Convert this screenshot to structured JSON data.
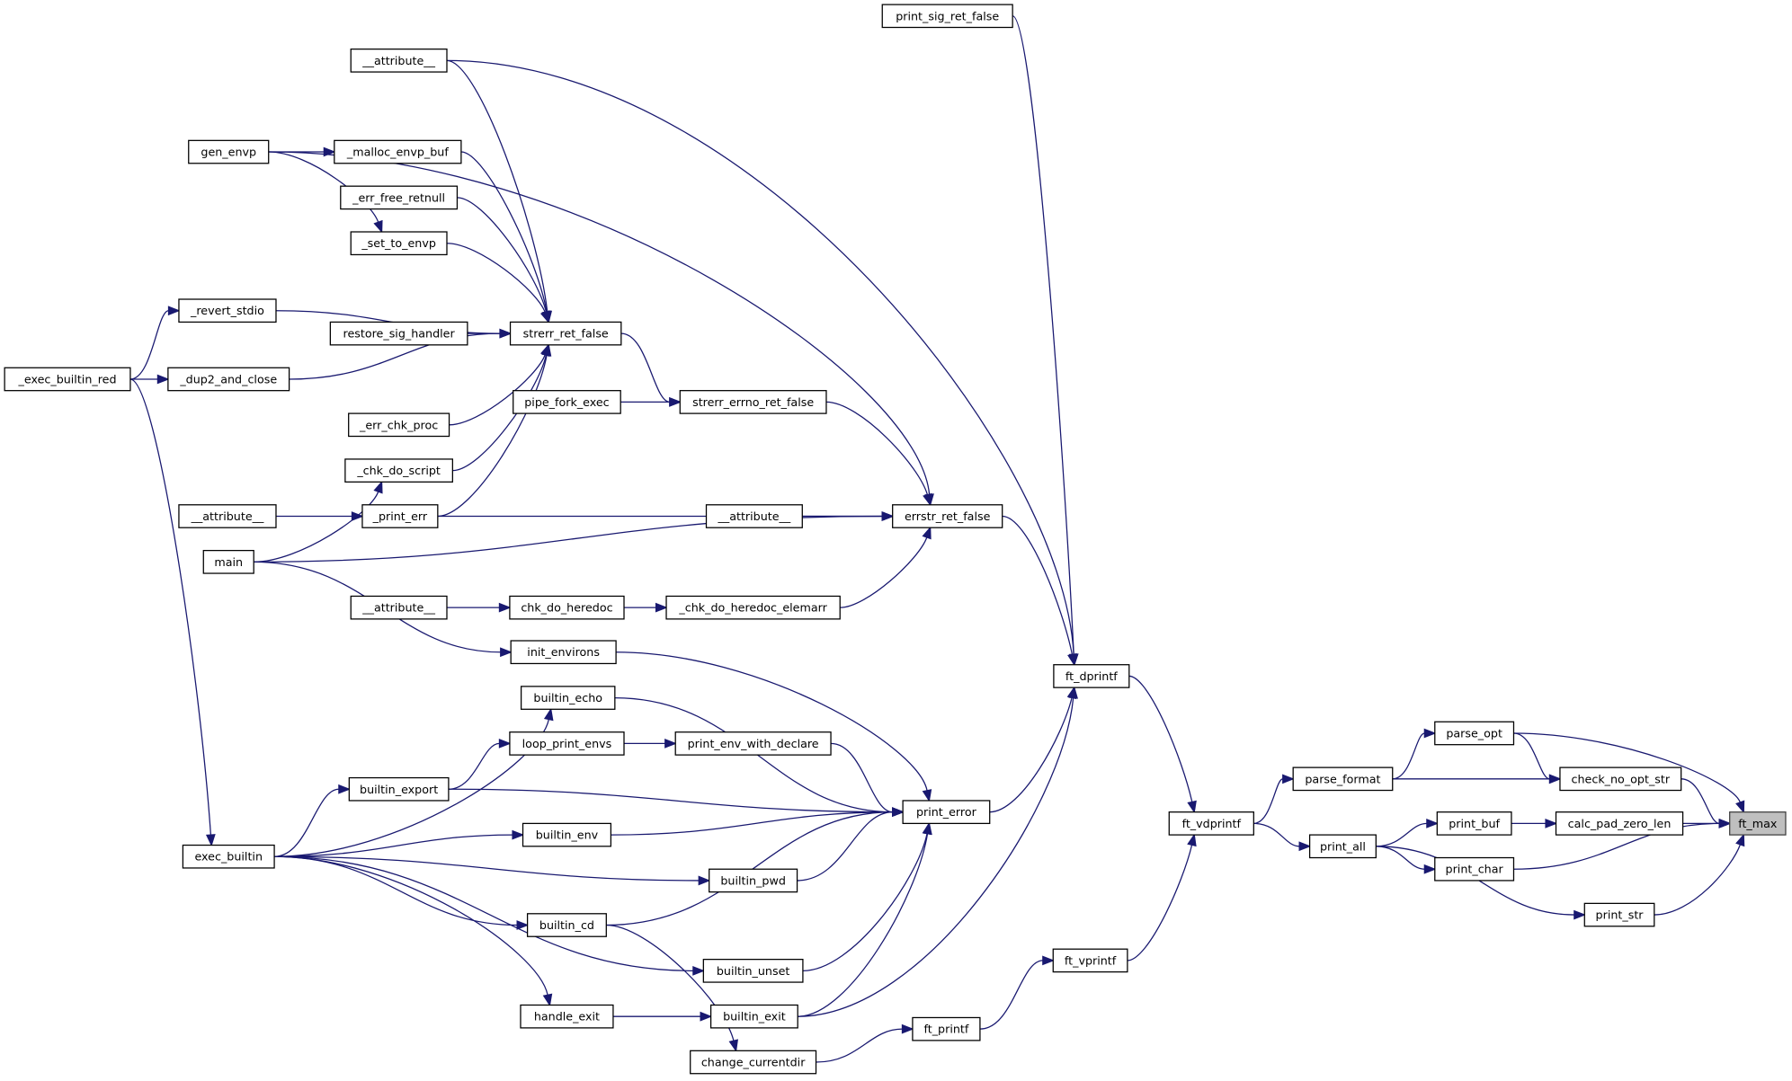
{
  "graph": {
    "type": "caller-graph",
    "focus_node": "ft_max",
    "colors": {
      "edge": "#191970",
      "focus_fill": "#bfbfbf",
      "node_fill": "#ffffff"
    },
    "nodes": [
      {
        "id": "print_sig_ret_false",
        "label": "print_sig_ret_false"
      },
      {
        "id": "attr1",
        "label": "__attribute__"
      },
      {
        "id": "gen_envp",
        "label": "gen_envp"
      },
      {
        "id": "_malloc_envp_buf",
        "label": "_malloc_envp_buf"
      },
      {
        "id": "_err_free_retnull",
        "label": "_err_free_retnull"
      },
      {
        "id": "_set_to_envp",
        "label": "_set_to_envp"
      },
      {
        "id": "_revert_stdio",
        "label": "_revert_stdio"
      },
      {
        "id": "restore_sig_handler",
        "label": "restore_sig_handler"
      },
      {
        "id": "strerr_ret_false",
        "label": "strerr_ret_false"
      },
      {
        "id": "_exec_builtin_red",
        "label": "_exec_builtin_red"
      },
      {
        "id": "_dup2_and_close",
        "label": "_dup2_and_close"
      },
      {
        "id": "pipe_fork_exec",
        "label": "pipe_fork_exec"
      },
      {
        "id": "strerr_errno_ret_false",
        "label": "strerr_errno_ret_false"
      },
      {
        "id": "_err_chk_proc",
        "label": "_err_chk_proc"
      },
      {
        "id": "_chk_do_script",
        "label": "_chk_do_script"
      },
      {
        "id": "attr2",
        "label": "__attribute__"
      },
      {
        "id": "_print_err",
        "label": "_print_err"
      },
      {
        "id": "attr3",
        "label": "__attribute__"
      },
      {
        "id": "errstr_ret_false",
        "label": "errstr_ret_false"
      },
      {
        "id": "main",
        "label": "main"
      },
      {
        "id": "attr4",
        "label": "__attribute__"
      },
      {
        "id": "chk_do_heredoc",
        "label": "chk_do_heredoc"
      },
      {
        "id": "_chk_do_heredoc_elemarr",
        "label": "_chk_do_heredoc_elemarr"
      },
      {
        "id": "init_environs",
        "label": "init_environs"
      },
      {
        "id": "ft_dprintf",
        "label": "ft_dprintf"
      },
      {
        "id": "builtin_echo",
        "label": "builtin_echo"
      },
      {
        "id": "loop_print_envs",
        "label": "loop_print_envs"
      },
      {
        "id": "print_env_with_declare",
        "label": "print_env_with_declare"
      },
      {
        "id": "parse_opt",
        "label": "parse_opt"
      },
      {
        "id": "parse_format",
        "label": "parse_format"
      },
      {
        "id": "check_no_opt_str",
        "label": "check_no_opt_str"
      },
      {
        "id": "builtin_export",
        "label": "builtin_export"
      },
      {
        "id": "print_error",
        "label": "print_error"
      },
      {
        "id": "ft_vdprintf",
        "label": "ft_vdprintf"
      },
      {
        "id": "print_buf",
        "label": "print_buf"
      },
      {
        "id": "calc_pad_zero_len",
        "label": "calc_pad_zero_len"
      },
      {
        "id": "ft_max",
        "label": "ft_max"
      },
      {
        "id": "builtin_env",
        "label": "builtin_env"
      },
      {
        "id": "print_all",
        "label": "print_all"
      },
      {
        "id": "exec_builtin",
        "label": "exec_builtin"
      },
      {
        "id": "print_char",
        "label": "print_char"
      },
      {
        "id": "builtin_pwd",
        "label": "builtin_pwd"
      },
      {
        "id": "print_str",
        "label": "print_str"
      },
      {
        "id": "builtin_cd",
        "label": "builtin_cd"
      },
      {
        "id": "ft_vprintf",
        "label": "ft_vprintf"
      },
      {
        "id": "builtin_unset",
        "label": "builtin_unset"
      },
      {
        "id": "handle_exit",
        "label": "handle_exit"
      },
      {
        "id": "builtin_exit",
        "label": "builtin_exit"
      },
      {
        "id": "ft_printf",
        "label": "ft_printf"
      },
      {
        "id": "change_currentdir",
        "label": "change_currentdir"
      }
    ],
    "edges": [
      [
        "gen_envp",
        "_malloc_envp_buf"
      ],
      [
        "gen_envp",
        "errstr_ret_false"
      ],
      [
        "gen_envp",
        "_set_to_envp"
      ],
      [
        "attr1",
        "strerr_ret_false"
      ],
      [
        "attr1",
        "ft_dprintf"
      ],
      [
        "print_sig_ret_false",
        "ft_dprintf"
      ],
      [
        "_malloc_envp_buf",
        "strerr_ret_false"
      ],
      [
        "_err_free_retnull",
        "strerr_ret_false"
      ],
      [
        "_set_to_envp",
        "strerr_ret_false"
      ],
      [
        "_revert_stdio",
        "strerr_ret_false"
      ],
      [
        "restore_sig_handler",
        "strerr_ret_false"
      ],
      [
        "_dup2_and_close",
        "strerr_ret_false"
      ],
      [
        "_err_chk_proc",
        "strerr_ret_false"
      ],
      [
        "_chk_do_script",
        "strerr_ret_false"
      ],
      [
        "_print_err",
        "strerr_ret_false"
      ],
      [
        "_print_err",
        "errstr_ret_false"
      ],
      [
        "_exec_builtin_red",
        "_revert_stdio"
      ],
      [
        "_exec_builtin_red",
        "_dup2_and_close"
      ],
      [
        "_exec_builtin_red",
        "exec_builtin"
      ],
      [
        "strerr_ret_false",
        "strerr_errno_ret_false"
      ],
      [
        "pipe_fork_exec",
        "strerr_errno_ret_false"
      ],
      [
        "strerr_errno_ret_false",
        "errstr_ret_false"
      ],
      [
        "attr3",
        "errstr_ret_false"
      ],
      [
        "main",
        "errstr_ret_false"
      ],
      [
        "main",
        "_chk_do_script"
      ],
      [
        "main",
        "init_environs"
      ],
      [
        "attr2",
        "_print_err"
      ],
      [
        "_chk_do_heredoc_elemarr",
        "errstr_ret_false"
      ],
      [
        "attr4",
        "chk_do_heredoc"
      ],
      [
        "chk_do_heredoc",
        "_chk_do_heredoc_elemarr"
      ],
      [
        "errstr_ret_false",
        "ft_dprintf"
      ],
      [
        "init_environs",
        "print_error"
      ],
      [
        "builtin_echo",
        "print_error"
      ],
      [
        "exec_builtin",
        "builtin_echo"
      ],
      [
        "exec_builtin",
        "builtin_export"
      ],
      [
        "exec_builtin",
        "builtin_env"
      ],
      [
        "exec_builtin",
        "builtin_pwd"
      ],
      [
        "exec_builtin",
        "builtin_cd"
      ],
      [
        "exec_builtin",
        "builtin_unset"
      ],
      [
        "exec_builtin",
        "handle_exit"
      ],
      [
        "loop_print_envs",
        "print_env_with_declare"
      ],
      [
        "print_env_with_declare",
        "print_error"
      ],
      [
        "builtin_export",
        "loop_print_envs"
      ],
      [
        "builtin_export",
        "print_error"
      ],
      [
        "builtin_env",
        "print_error"
      ],
      [
        "builtin_pwd",
        "print_error"
      ],
      [
        "builtin_cd",
        "print_error"
      ],
      [
        "builtin_cd",
        "change_currentdir"
      ],
      [
        "builtin_unset",
        "print_error"
      ],
      [
        "handle_exit",
        "builtin_exit"
      ],
      [
        "builtin_exit",
        "print_error"
      ],
      [
        "builtin_exit",
        "ft_dprintf"
      ],
      [
        "change_currentdir",
        "ft_printf"
      ],
      [
        "ft_printf",
        "ft_vprintf"
      ],
      [
        "ft_vprintf",
        "ft_vdprintf"
      ],
      [
        "print_error",
        "ft_dprintf"
      ],
      [
        "ft_dprintf",
        "ft_vdprintf"
      ],
      [
        "ft_vdprintf",
        "parse_format"
      ],
      [
        "ft_vdprintf",
        "print_all"
      ],
      [
        "parse_format",
        "parse_opt"
      ],
      [
        "parse_format",
        "check_no_opt_str"
      ],
      [
        "parse_opt",
        "check_no_opt_str"
      ],
      [
        "parse_opt",
        "ft_max"
      ],
      [
        "check_no_opt_str",
        "ft_max"
      ],
      [
        "print_all",
        "print_buf"
      ],
      [
        "print_all",
        "print_char"
      ],
      [
        "print_all",
        "print_str"
      ],
      [
        "print_buf",
        "calc_pad_zero_len"
      ],
      [
        "calc_pad_zero_len",
        "ft_max"
      ],
      [
        "print_char",
        "ft_max"
      ],
      [
        "print_str",
        "ft_max"
      ]
    ]
  }
}
